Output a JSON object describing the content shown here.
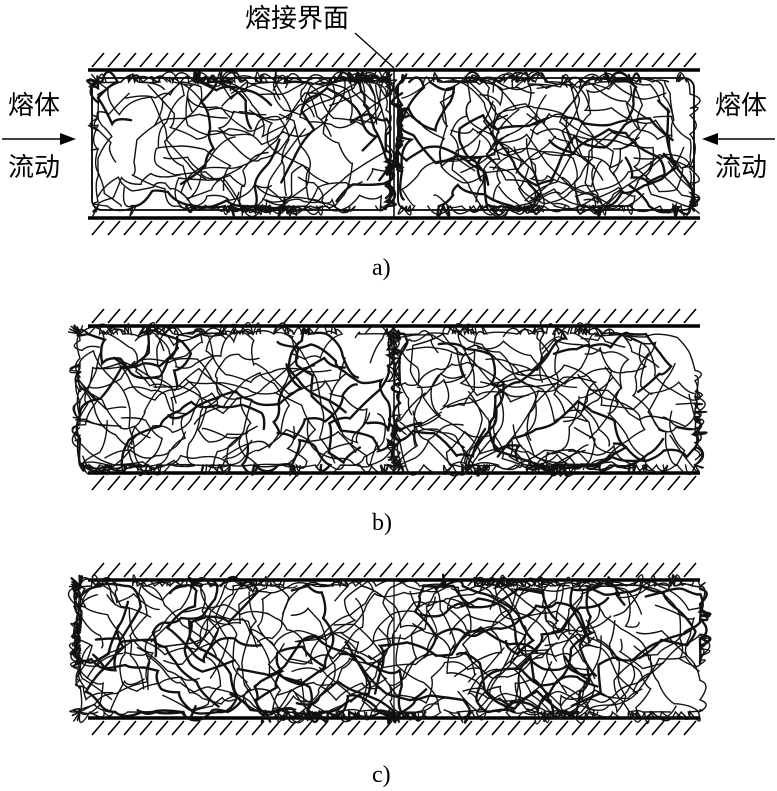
{
  "labels": {
    "interface": "熔接界面",
    "melt_left": "熔体",
    "flow_left": "流动",
    "melt_right": "熔体",
    "flow_right": "流动"
  },
  "panels": [
    {
      "caption": "a)"
    },
    {
      "caption": "b)"
    },
    {
      "caption": "c)"
    }
  ]
}
